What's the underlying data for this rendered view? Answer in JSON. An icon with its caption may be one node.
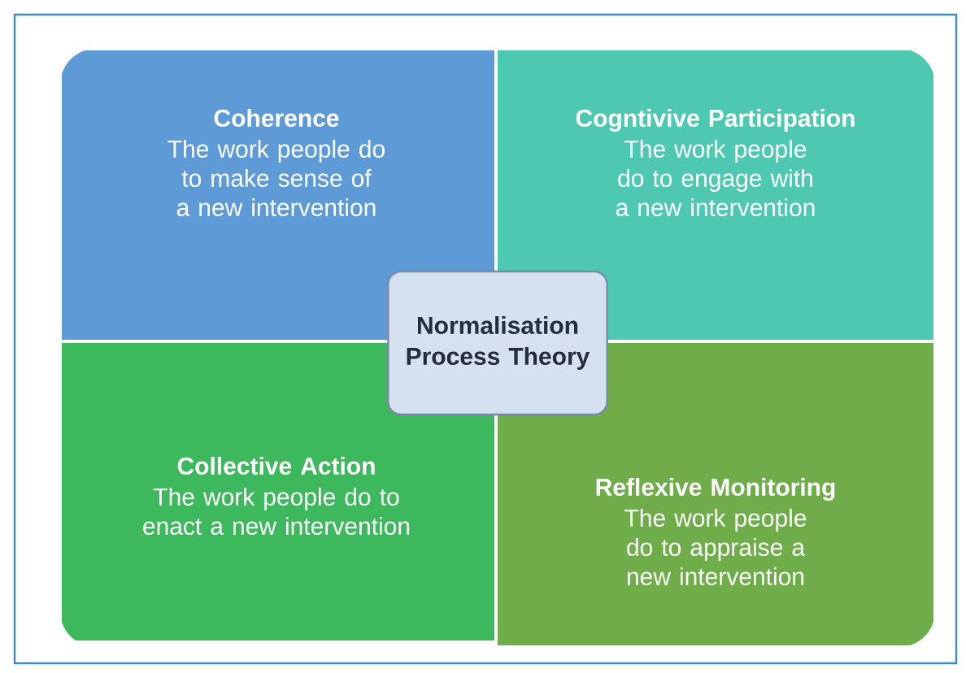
{
  "diagram": {
    "nodes": [
      {
        "text": [
          "Coherence",
          "The work people do to make sense of a new intervention"
        ]
      },
      {
        "text": [
          "Cogntivive Participation",
          "The work people do to engage with a new intervention"
        ]
      },
      {
        "text": [
          "Collective Action",
          "The work people do to enact a new intervention"
        ]
      },
      {
        "text": [
          "Reflexive Monitoring",
          "The work people do to appraise a new intervention"
        ]
      },
      {
        "text": [
          "Normalisation Process Theory"
        ]
      }
    ]
  }
}
